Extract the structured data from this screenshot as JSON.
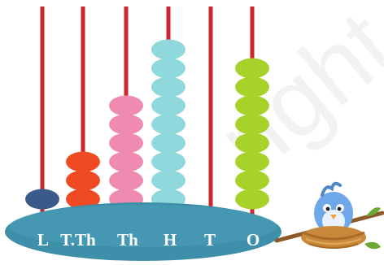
{
  "watermark_text": "right",
  "abacus": {
    "rod_color": "#cc2631",
    "base_color": "#3e8fa9",
    "columns": [
      {
        "label": "L",
        "beads": 1,
        "color": "#3a5a8a"
      },
      {
        "label": "T.Th",
        "beads": 3,
        "color": "#ef4a22"
      },
      {
        "label": "Th",
        "beads": 6,
        "color": "#ef8ab0"
      },
      {
        "label": "H",
        "beads": 9,
        "color": "#8fd8dc"
      },
      {
        "label": "T",
        "beads": 0,
        "color": "#cc2631"
      },
      {
        "label": "O",
        "beads": 8,
        "color": "#a6d22a"
      }
    ]
  },
  "decoration": {
    "nest_color": "#c88a3a",
    "bird_color": "#6fa8e8"
  }
}
